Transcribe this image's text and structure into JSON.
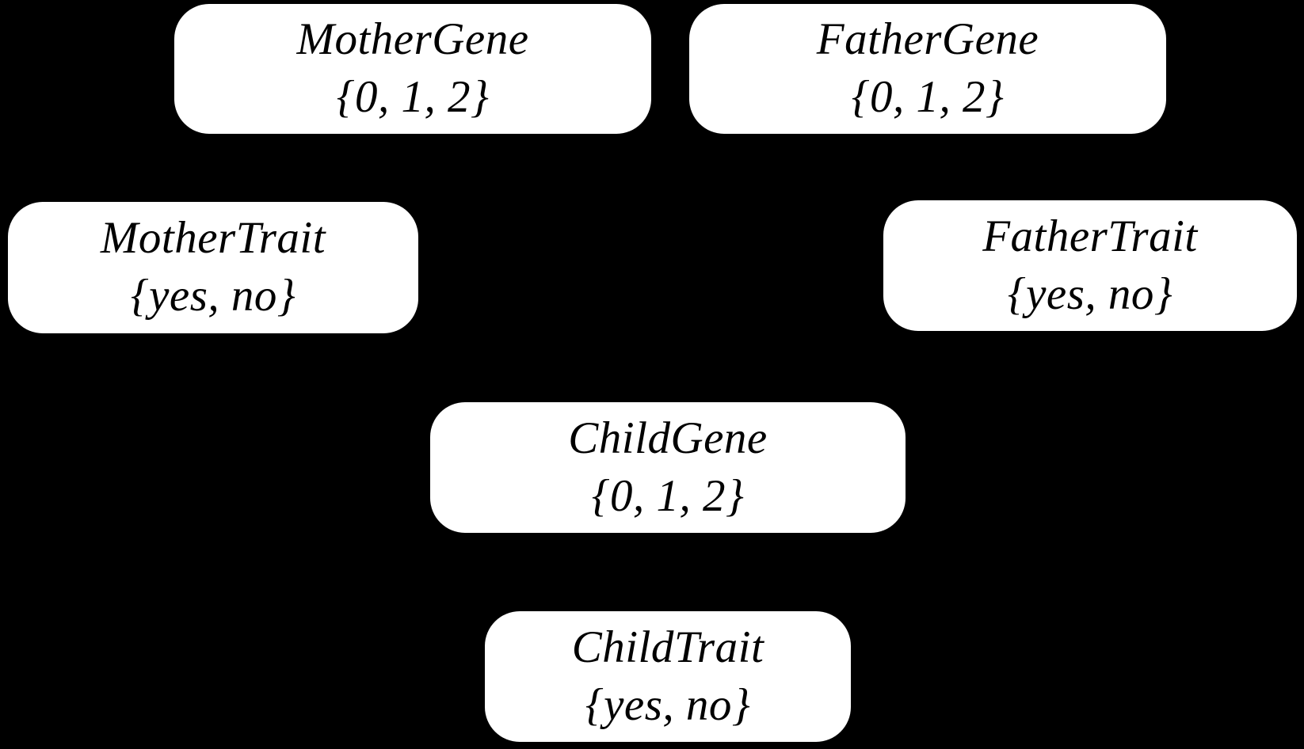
{
  "diagram": {
    "background_color": "#000000",
    "node_fill_color": "#ffffff",
    "node_text_color": "#000000",
    "nodes": [
      {
        "id": "mother-gene",
        "label": "MotherGene",
        "domain": "{0, 1, 2}"
      },
      {
        "id": "father-gene",
        "label": "FatherGene",
        "domain": "{0, 1, 2}"
      },
      {
        "id": "mother-trait",
        "label": "MotherTrait",
        "domain": "{yes, no}"
      },
      {
        "id": "father-trait",
        "label": "FatherTrait",
        "domain": "{yes, no}"
      },
      {
        "id": "child-gene",
        "label": "ChildGene",
        "domain": "{0, 1, 2}"
      },
      {
        "id": "child-trait",
        "label": "ChildTrait",
        "domain": "{yes, no}"
      }
    ]
  }
}
